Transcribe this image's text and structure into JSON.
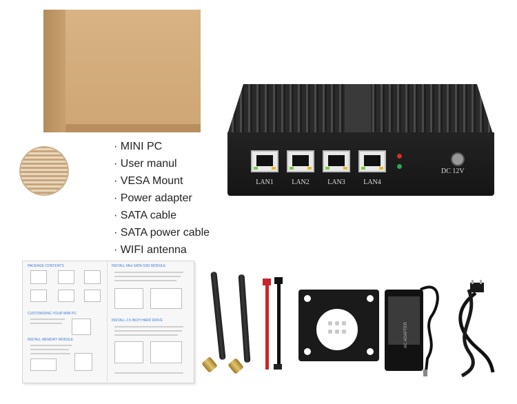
{
  "package_list": [
    "· MINI PC",
    "· User manul",
    "· VESA Mount",
    "· Power adapter",
    "· SATA cable",
    "· SATA power cable",
    "· WIFI antenna"
  ],
  "pc": {
    "ports": [
      "LAN1",
      "LAN2",
      "LAN3",
      "LAN4"
    ],
    "dc_label": "DC 12V"
  },
  "manual": {
    "headings": [
      "PACKAGE CONTENTS",
      "CUSTOMIZING YOUR MINI PC",
      "INSTALL MEMORY MODULE",
      "INSTALL Mini SATA SSD MODULE",
      "INSTALL 2.5 INCH HARD DRIVE"
    ]
  },
  "adapter": {
    "label": "AC ADAPTER"
  },
  "colors": {
    "cardboard": "#cfa676",
    "pc_body": "#1c1c1c",
    "led_red": "#d92b2b",
    "led_green": "#2fa84a",
    "sata_red": "#c8262b"
  }
}
